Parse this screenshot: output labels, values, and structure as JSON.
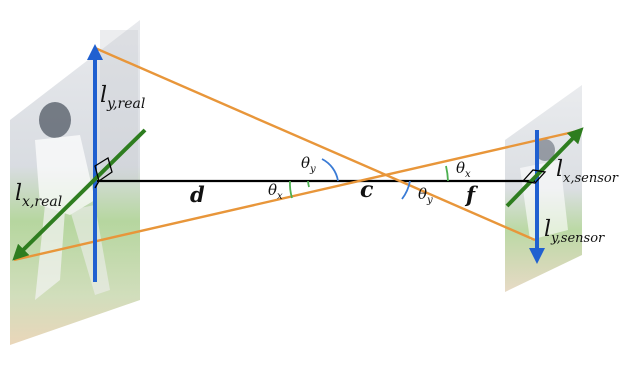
{
  "labels": {
    "l_y_real_main": "l",
    "l_y_real_sub": "y,real",
    "l_x_real_main": "l",
    "l_x_real_sub": "x,real",
    "l_x_sensor_main": "l",
    "l_x_sensor_sub": "x,sensor",
    "l_y_sensor_main": "l",
    "l_y_sensor_sub": "y,sensor",
    "d": "d",
    "c": "c",
    "f": "f",
    "theta_y_top": "θ",
    "theta_y_top_sub": "y",
    "theta_x_left": "θ",
    "theta_x_left_sub": "x",
    "theta_y_right": "θ",
    "theta_y_right_sub": "y",
    "theta_x_right": "θ",
    "theta_x_right_sub": "x"
  },
  "colors": {
    "ray": "#e8963a",
    "axis_y": "#2060d0",
    "axis_x": "#2e7d1f",
    "optical_axis": "#000000",
    "angle_y": "#3a7bd5",
    "angle_x": "#4caf50",
    "photo_sky": "#dfe3e8",
    "photo_grass": "#9bc77a",
    "photo_dirt": "#d9b68f"
  }
}
